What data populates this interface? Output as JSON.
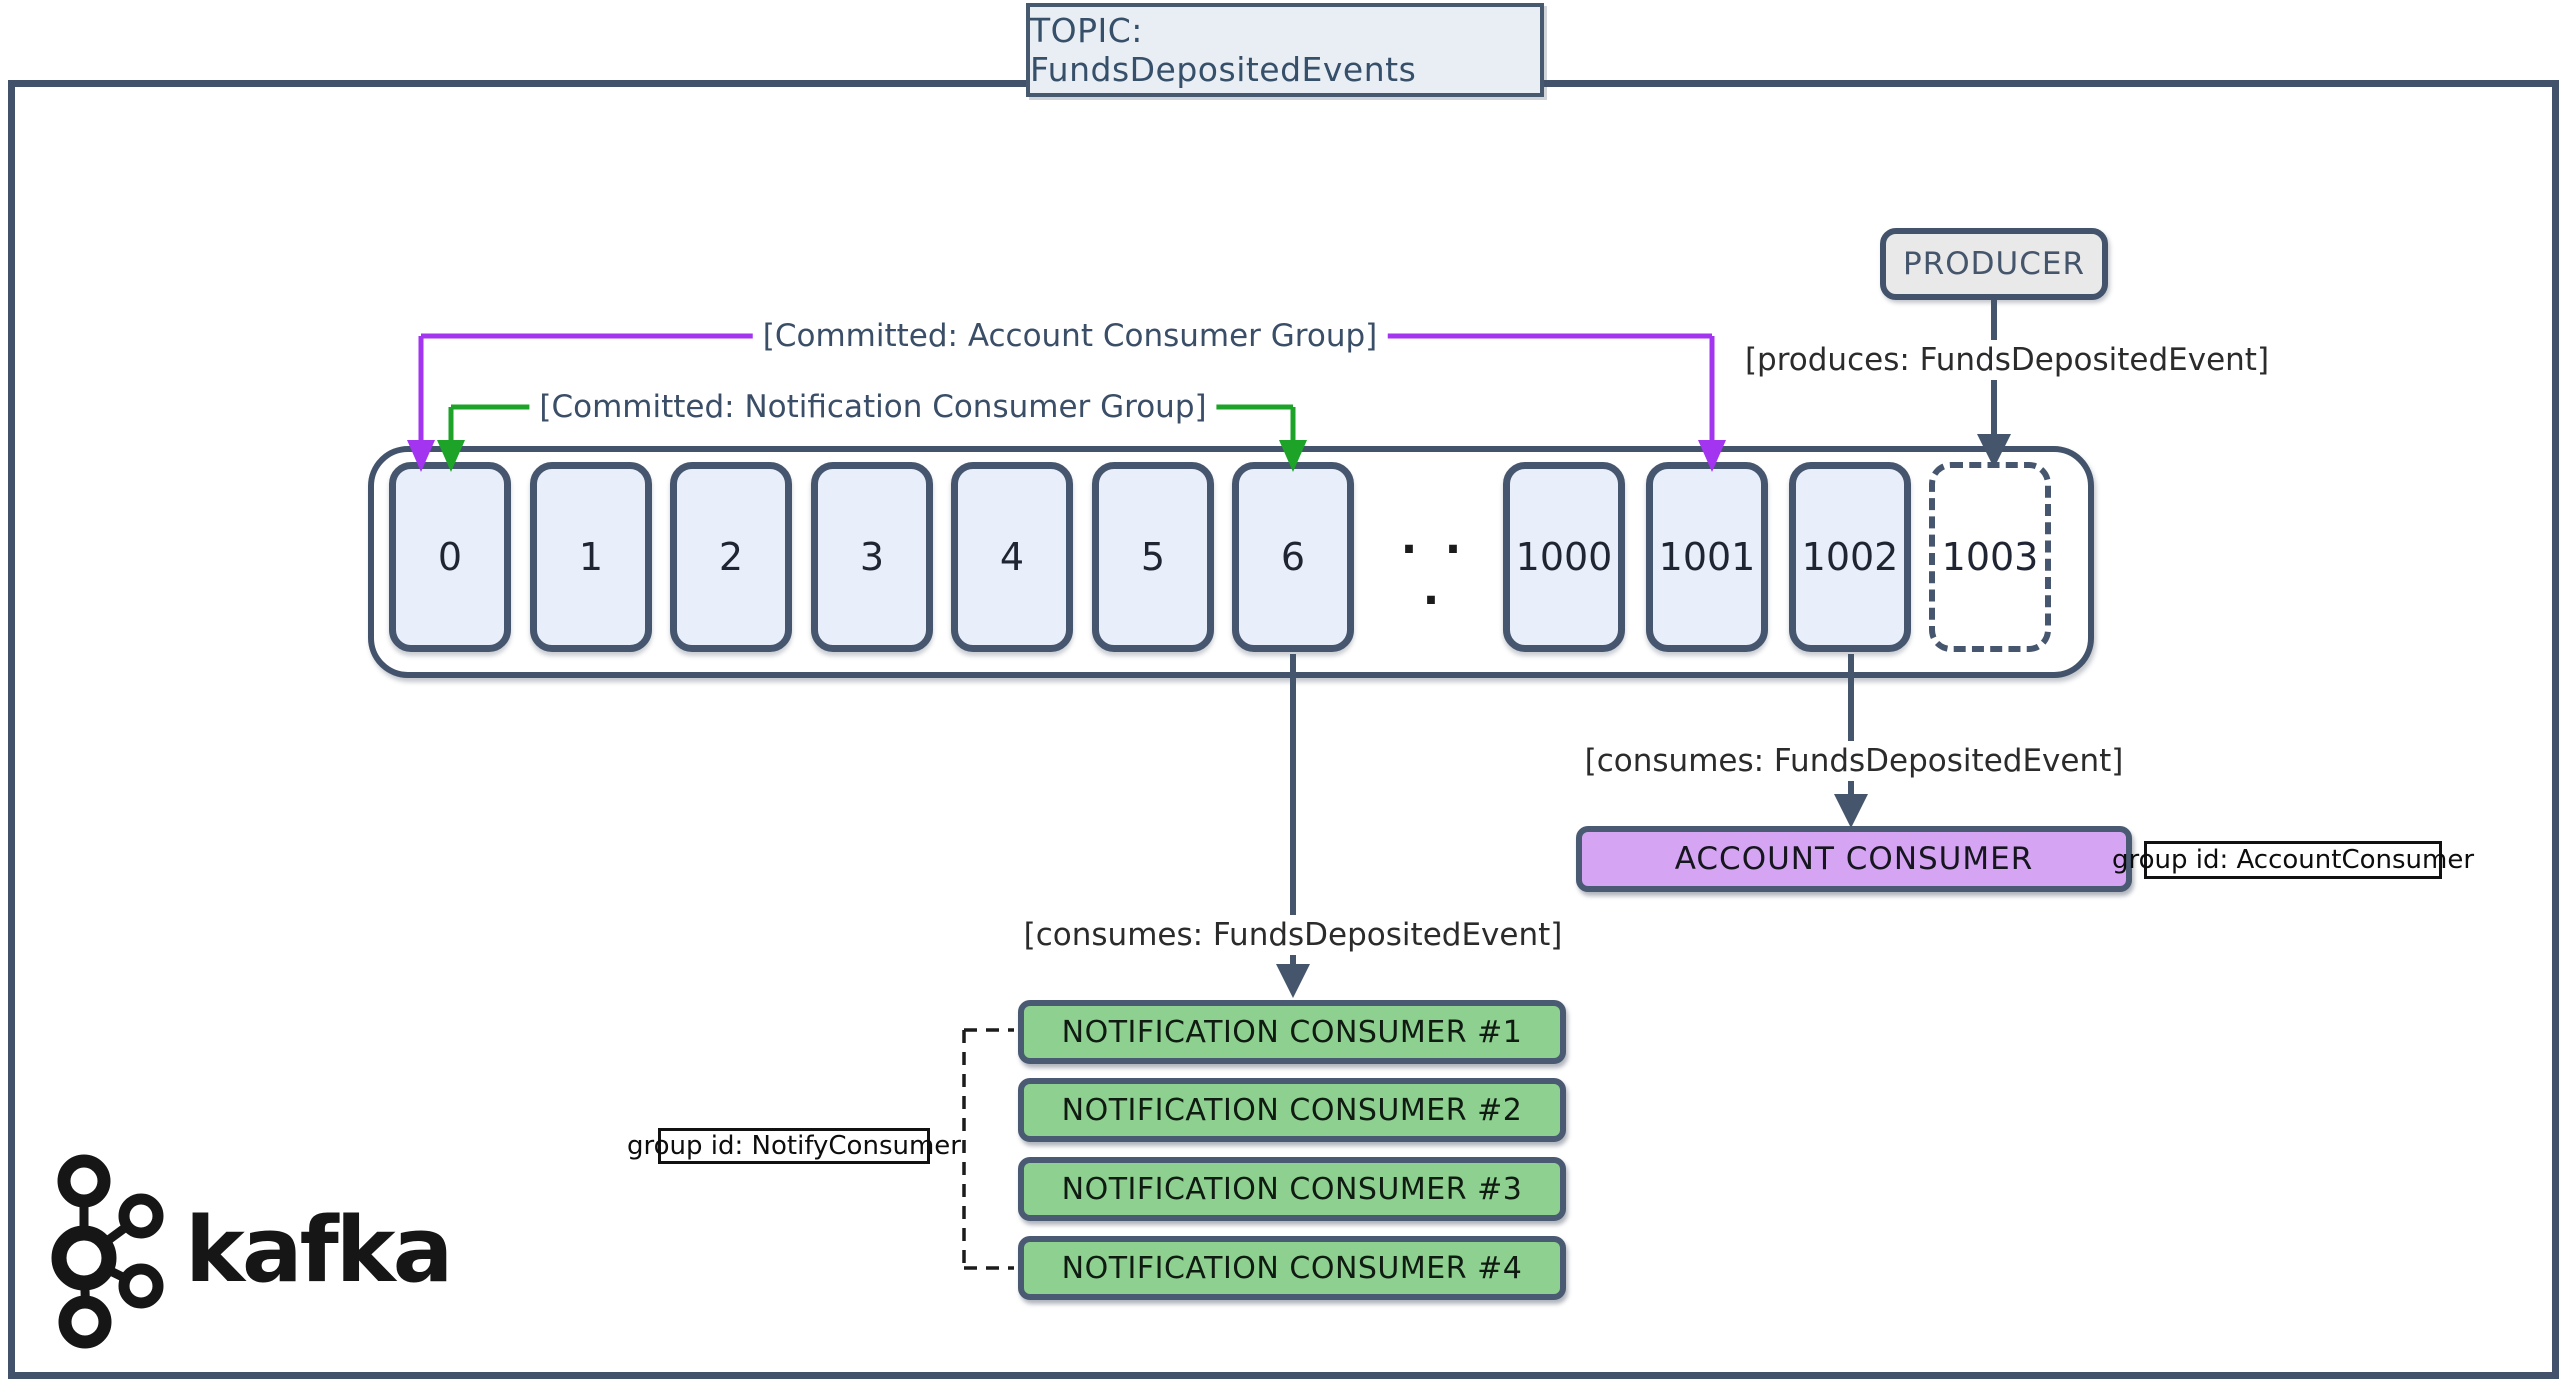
{
  "title": "TOPIC: FundsDepositedEvents",
  "topic": {
    "partitions": [
      "0",
      "1",
      "2",
      "3",
      "4",
      "5",
      "6"
    ],
    "ellipsis": "· · ·",
    "tail_partitions": [
      "1000",
      "1001",
      "1002"
    ],
    "next_partition": "1003"
  },
  "producer": {
    "label": "PRODUCER",
    "produces_label": "[produces: FundsDepositedEvent]"
  },
  "committed": {
    "account_label": "[Committed: Account Consumer Group]",
    "notification_label": "[Committed: Notification Consumer Group]"
  },
  "account_consumer": {
    "label": "ACCOUNT CONSUMER",
    "consumes_label": "[consumes: FundsDepositedEvent]",
    "group_id": "group id: AccountConsumer"
  },
  "notification_group": {
    "consumes_label": "[consumes: FundsDepositedEvent]",
    "group_id": "group id: NotifyConsumer",
    "consumers": [
      "NOTIFICATION CONSUMER #1",
      "NOTIFICATION CONSUMER #2",
      "NOTIFICATION CONSUMER #3",
      "NOTIFICATION CONSUMER #4"
    ]
  },
  "logo": {
    "text": "kafka"
  },
  "colors": {
    "slate": "#44556c",
    "purple": "#a335f1",
    "green": "#1ea329",
    "partition_fill": "#e9effa",
    "account_fill": "#d5a5f3",
    "notification_fill": "#8ed08f",
    "producer_fill": "#e9e9e9",
    "title_fill": "#e9edf4"
  }
}
